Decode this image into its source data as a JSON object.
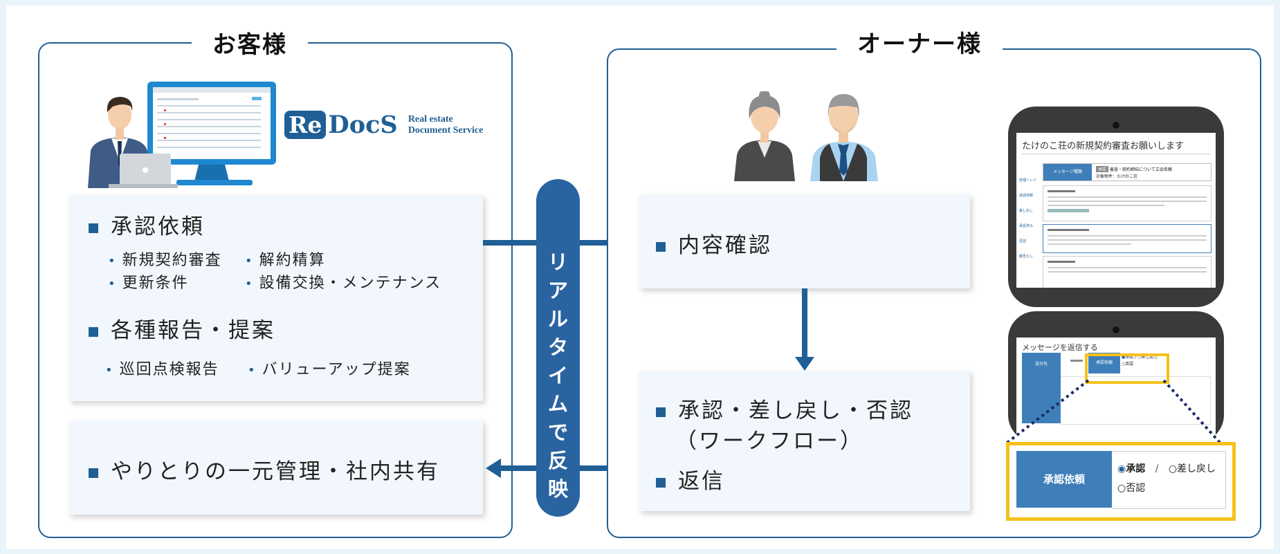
{
  "customer": {
    "title": "お客様",
    "logo": {
      "mark_re": "Re",
      "mark_docs": "DocS",
      "tag_line1": "Real estate",
      "tag_line2": "Document Service"
    },
    "approval_request": {
      "heading": "承認依頼",
      "items": [
        "新規契約審査",
        "解約精算",
        "更新条件",
        "設備交換・メンテナンス"
      ]
    },
    "reports": {
      "heading": "各種報告・提案",
      "items": [
        "巡回点検報告",
        "バリューアップ提案"
      ]
    },
    "centralize": "やりとりの一元管理・社内共有"
  },
  "realtime": "リアルタイムで反映",
  "owner": {
    "title": "オーナー様",
    "confirm": "内容確認",
    "decision_line1": "承認・差し戻し・否認",
    "decision_line2": "（ワークフロー）",
    "reply": "返信"
  },
  "phone1": {
    "title": "たけのこ荘の新規契約審査お願いします",
    "header_label": "メッセージ種類",
    "header_badge": "承認",
    "header_text": "審査・契約締結について立会依頼",
    "header_sub": "対象物件：たけのこ荘",
    "sidebar_items": [
      "管理トレイ",
      "承認依頼",
      "差し戻し",
      "承認済み",
      "否認",
      "報告なし"
    ]
  },
  "phone2": {
    "title": "メッセージを返信する",
    "sender_label": "送付先",
    "approval_label": "承認依頼",
    "opt_approve": "承認",
    "opt_return": "差し戻し",
    "opt_reject": "否認"
  },
  "zoom": {
    "label": "承認依頼",
    "opt_approve": "承認",
    "separator": "/",
    "opt_return": "差し戻し",
    "opt_reject": "否認"
  },
  "colors": {
    "primary": "#1f5f95",
    "pill": "#2a64a0",
    "highlight": "#f5c11b",
    "card": "#f1f7fc"
  }
}
